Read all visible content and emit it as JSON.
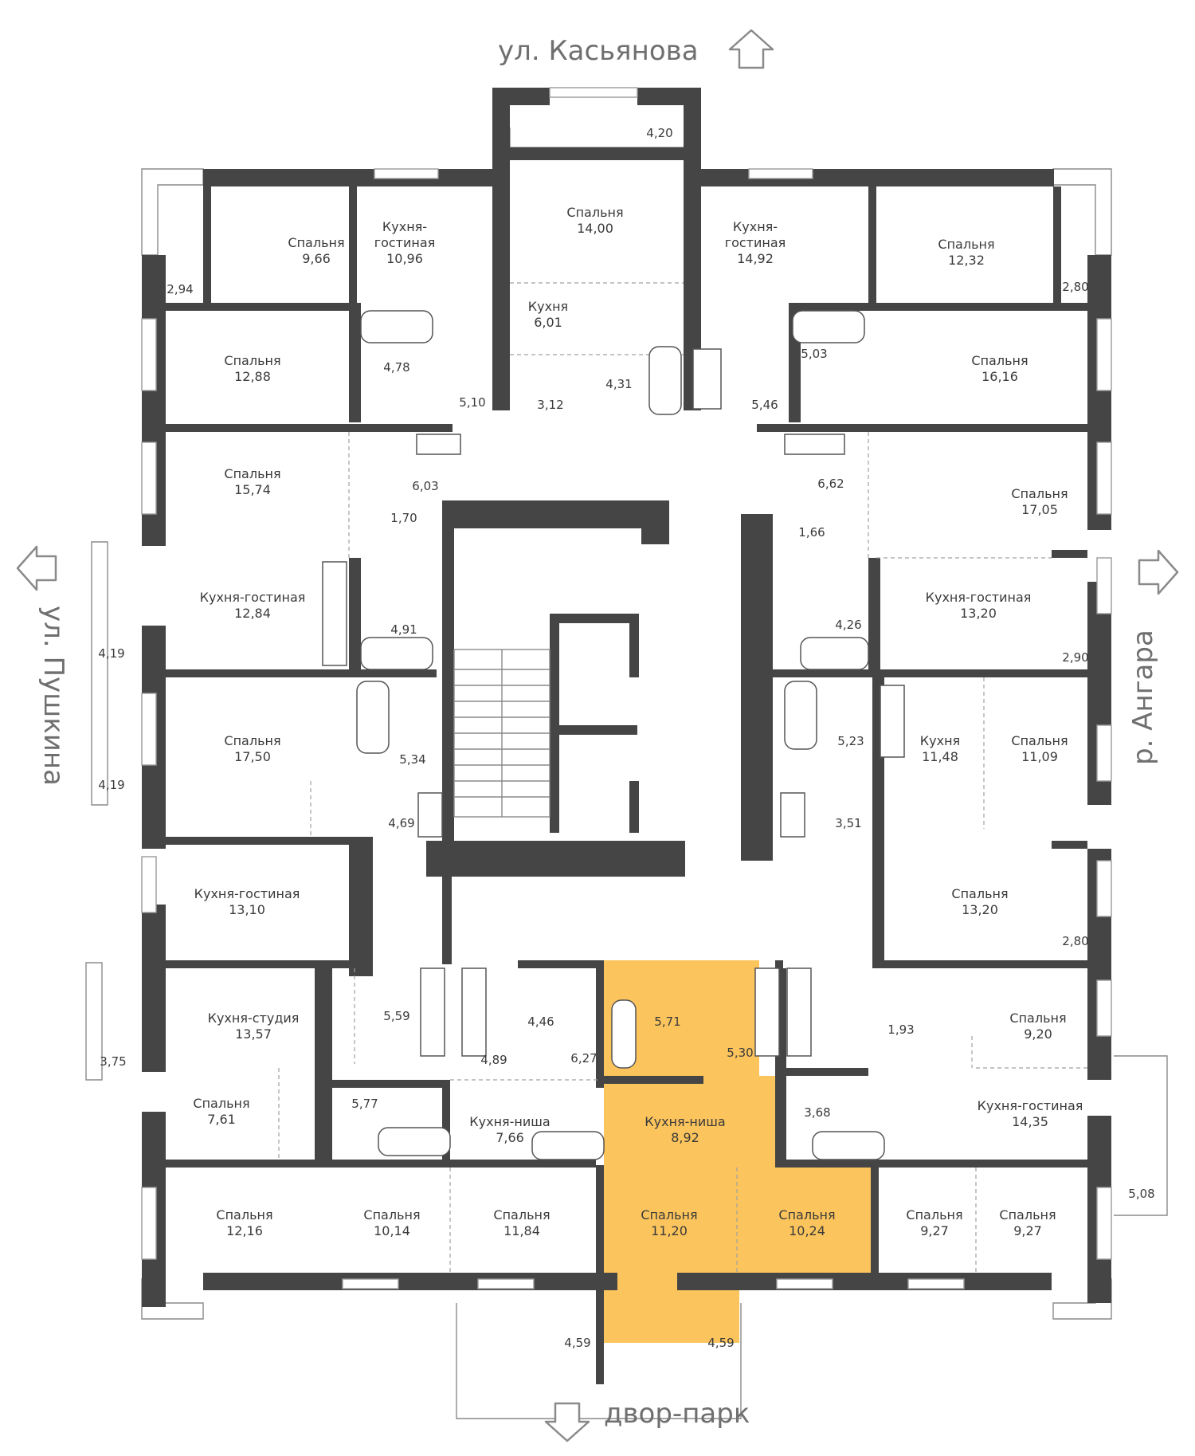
{
  "streets": {
    "north": "ул. Касьянова",
    "west": "ул. Пушкина",
    "east": "р. Ангара",
    "south": "двор-парк"
  },
  "colors": {
    "highlight": "#fcc45c",
    "walls": "#454545",
    "text": "#3a3a3a"
  },
  "rooms": [
    {
      "name": "Спальня",
      "area": "9,66"
    },
    {
      "name": "Кухня-\nгостиная",
      "area": "10,96"
    },
    {
      "name": "Спальня",
      "area": "14,00"
    },
    {
      "name": "Кухня",
      "area": "6,01"
    },
    {
      "name": "Кухня-\nгостиная",
      "area": "14,92"
    },
    {
      "name": "Спальня",
      "area": "12,32"
    },
    {
      "name": "Спальня",
      "area": "12,88"
    },
    {
      "name": "Спальня",
      "area": "16,16"
    },
    {
      "name": "Спальня",
      "area": "15,74"
    },
    {
      "name": "Спальня",
      "area": "17,05"
    },
    {
      "name": "Кухня-гостиная",
      "area": "12,84"
    },
    {
      "name": "Кухня-гостиная",
      "area": "13,20"
    },
    {
      "name": "Спальня",
      "area": "17,50"
    },
    {
      "name": "Кухня",
      "area": "11,48"
    },
    {
      "name": "Спальня",
      "area": "11,09"
    },
    {
      "name": "Кухня-гостиная",
      "area": "13,10"
    },
    {
      "name": "Спальня",
      "area": "13,20"
    },
    {
      "name": "Кухня-студия",
      "area": "13,57"
    },
    {
      "name": "Спальня",
      "area": "9,20"
    },
    {
      "name": "Спальня",
      "area": "7,61"
    },
    {
      "name": "Кухня-ниша",
      "area": "7,66"
    },
    {
      "name": "Кухня-ниша",
      "area": "8,92"
    },
    {
      "name": "Кухня-гостиная",
      "area": "14,35"
    },
    {
      "name": "Спальня",
      "area": "12,16"
    },
    {
      "name": "Спальня",
      "area": "10,14"
    },
    {
      "name": "Спальня",
      "area": "11,84"
    },
    {
      "name": "Спальня",
      "area": "11,20"
    },
    {
      "name": "Спальня",
      "area": "10,24"
    },
    {
      "name": "Спальня",
      "area": "9,27"
    },
    {
      "name": "Спальня",
      "area": "9,27"
    }
  ],
  "areas": [
    "4,20",
    "2,94",
    "2,80",
    "4,78",
    "5,10",
    "3,12",
    "4,31",
    "5,46",
    "5,03",
    "6,03",
    "6,62",
    "1,70",
    "1,66",
    "4,91",
    "4,26",
    "4,19",
    "2,90",
    "4,19",
    "5,34",
    "5,23",
    "4,69",
    "3,51",
    "2,80",
    "5,59",
    "4,46",
    "5,71",
    "5,30",
    "6,27",
    "1,93",
    "4,89",
    "3,75",
    "5,77",
    "3,68",
    "5,08",
    "4,59",
    "4,59"
  ]
}
